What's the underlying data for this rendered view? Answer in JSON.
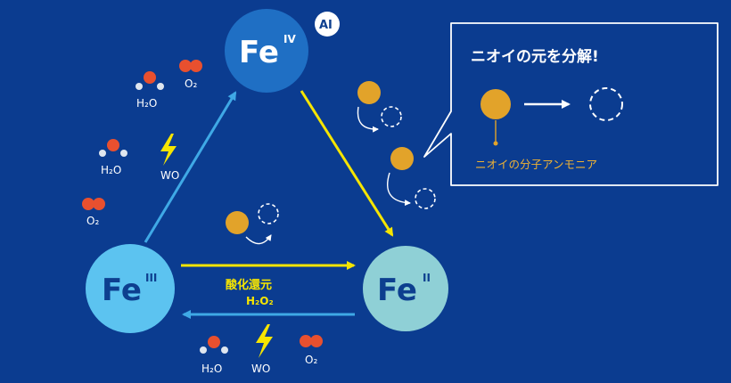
{
  "nodes": {
    "fe_iv": {
      "base": "Fe",
      "sup": "IV",
      "fill": "#1f6fc4",
      "text_color": "#ffffff"
    },
    "fe_iii": {
      "base": "Fe",
      "sup": "III",
      "fill": "#5cc3f0",
      "text_color": "#0d3f8f"
    },
    "fe_ii": {
      "base": "Fe",
      "sup": "II",
      "fill": "#8fd0d6",
      "text_color": "#0d3f8f"
    }
  },
  "badge_ai": "AI",
  "molecule_labels": {
    "h2o": "H₂O",
    "o2": "O₂",
    "wo": "WO"
  },
  "center_labels": {
    "line1": "酸化還元",
    "line2": "H₂O₂"
  },
  "callout": {
    "title": "ニオイの元を分解!",
    "caption": "ニオイの分子アンモニア"
  },
  "colors": {
    "background": "#0b3c90",
    "arrow_yellow": "#f6e500",
    "arrow_blue": "#3fa9e6",
    "molecule_orange": "#e2a32a",
    "oxygen_red": "#e8502f",
    "hydrogen_white": "#dfe6ef",
    "lightning": "#f6e500",
    "callout_border": "#ffffff",
    "caption_text": "#f0b233"
  },
  "icons": [
    "lightning-icon",
    "water-molecule-icon",
    "oxygen-molecule-icon",
    "ammonia-molecule-icon",
    "decomposed-molecule-icon"
  ]
}
